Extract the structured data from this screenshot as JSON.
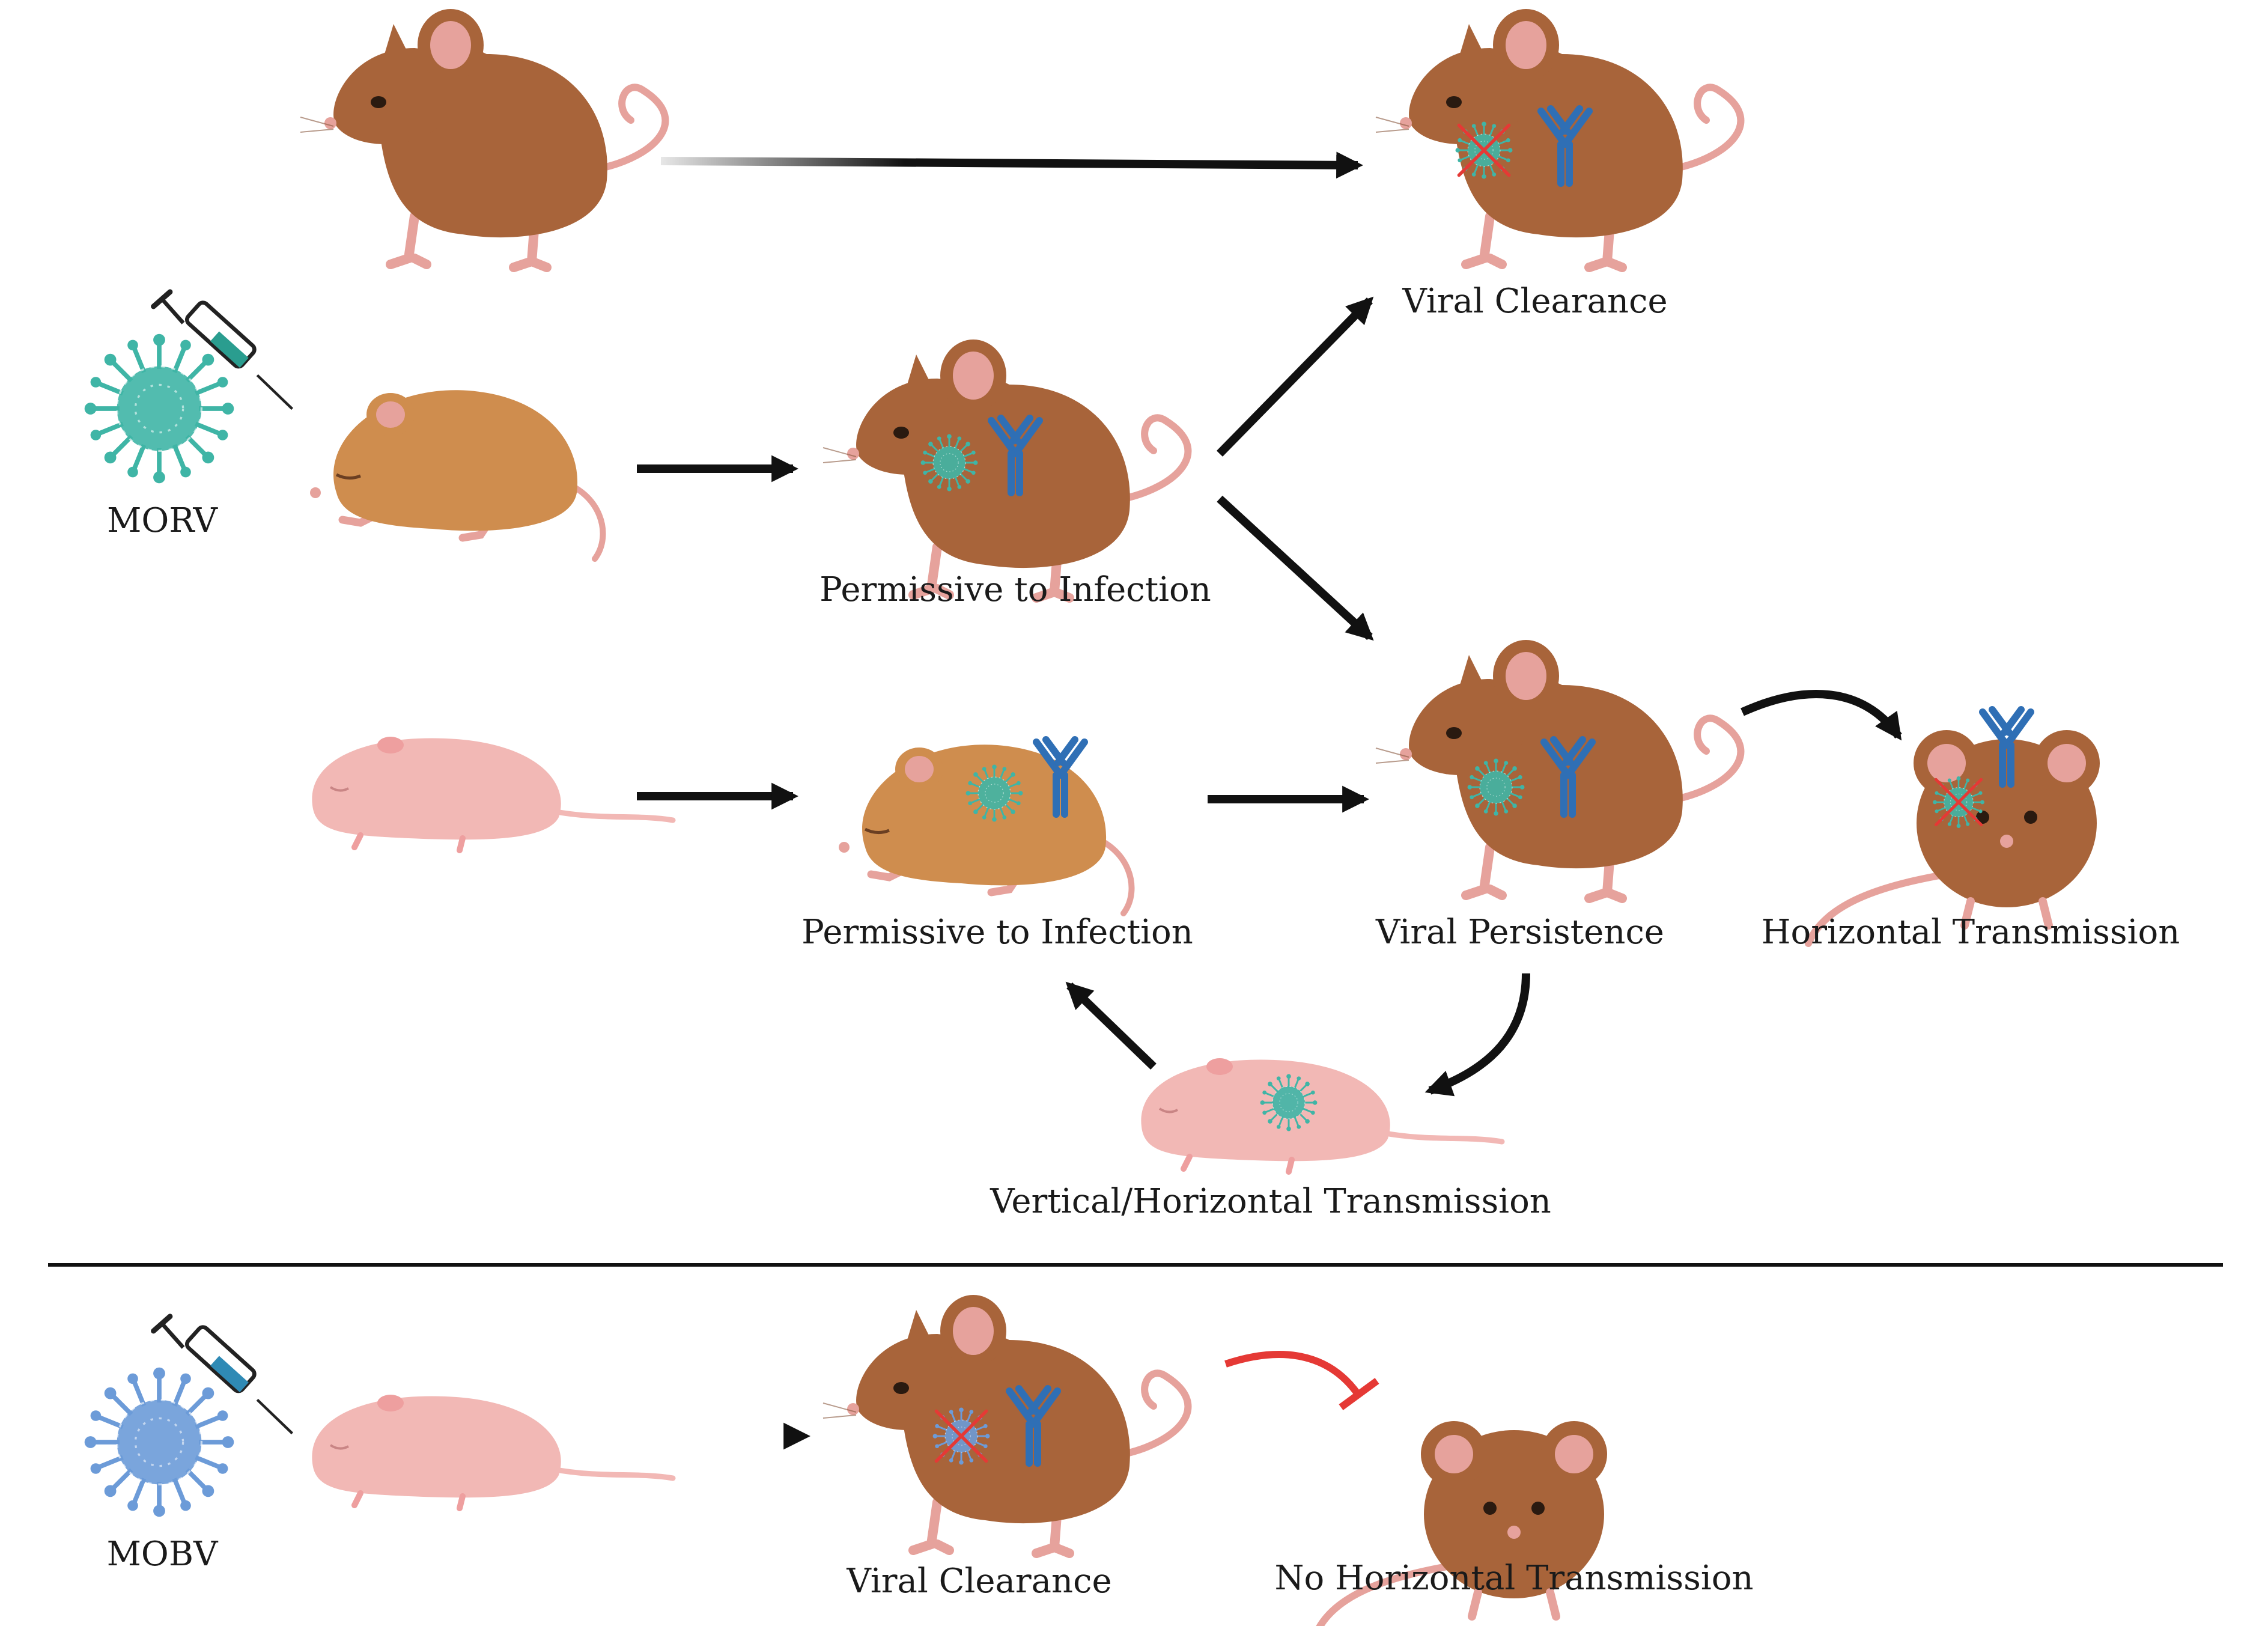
{
  "viruses": {
    "morv": {
      "label": "MORV",
      "color": "#3fb5a6",
      "spike_color": "#2a9d8f"
    },
    "mobv": {
      "label": "MOBV",
      "color": "#6c9bd8",
      "spike_color": "#4a7cc4"
    }
  },
  "stages": {
    "viral_clearance_top": "Viral Clearance",
    "permissive_juvenile": "Permissive to Infection",
    "permissive_neonate": "Permissive to Infection",
    "viral_persistence": "Viral Persistence",
    "horizontal_transmission": "Horizontal Transmission",
    "vertical_horizontal_transmission": "Vertical/Horizontal Transmission",
    "viral_clearance_bottom": "Viral Clearance",
    "no_horizontal_transmission": "No Horizontal Transmission"
  },
  "colors": {
    "adult_mouse": "#a8643a",
    "juvenile_mouse": "#cf8d4e",
    "neonate_mouse": "#f2b8b5",
    "tail": "#e6a29c",
    "antibody": "#2f6fb5",
    "arrow": "#111111",
    "inhibit": "#e53935",
    "divider": "#111111"
  },
  "icons": [
    "syringe-icon",
    "virus-icon",
    "antibody-icon",
    "cleared-virus-icon",
    "mouse-icon"
  ]
}
